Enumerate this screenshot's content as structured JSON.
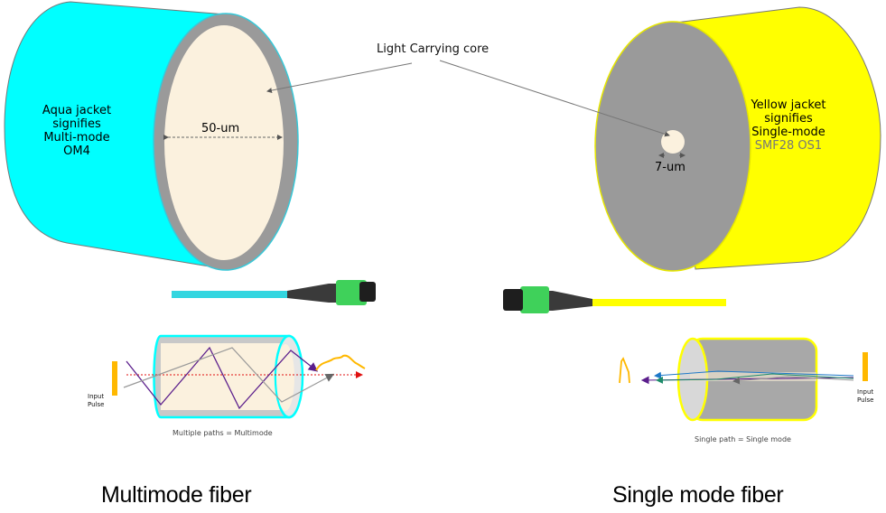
{
  "callout": {
    "label": "Light Carrying core"
  },
  "multimode": {
    "jacket_color": "#00FFFF",
    "cladding_color": "#9A9A9A",
    "core_color": "#FBF1DE",
    "jacket_text": [
      "Aqua jacket",
      "signifies",
      "Multi-mode",
      "OM4"
    ],
    "core_size": "50-um",
    "connector_color": "#3FD15A",
    "diagram": {
      "input_label": [
        "Input",
        "Pulse"
      ],
      "caption": "Multiple paths = Multimode",
      "pulse_color": "#FFB800"
    },
    "title": "Multimode fiber"
  },
  "singlemode": {
    "jacket_color": "#FFFF00",
    "cladding_color": "#9A9A9A",
    "core_color": "#FBF1DE",
    "jacket_text": [
      "Yellow jacket",
      "signifies",
      "Single-mode"
    ],
    "jacket_subtext": "SMF28 OS1",
    "core_size": "7-um",
    "connector_color": "#3FD15A",
    "diagram": {
      "input_label": [
        "Input",
        "Pulse"
      ],
      "caption": "Single path = Single mode",
      "pulse_color": "#FFB800"
    },
    "title": "Single mode fiber"
  }
}
